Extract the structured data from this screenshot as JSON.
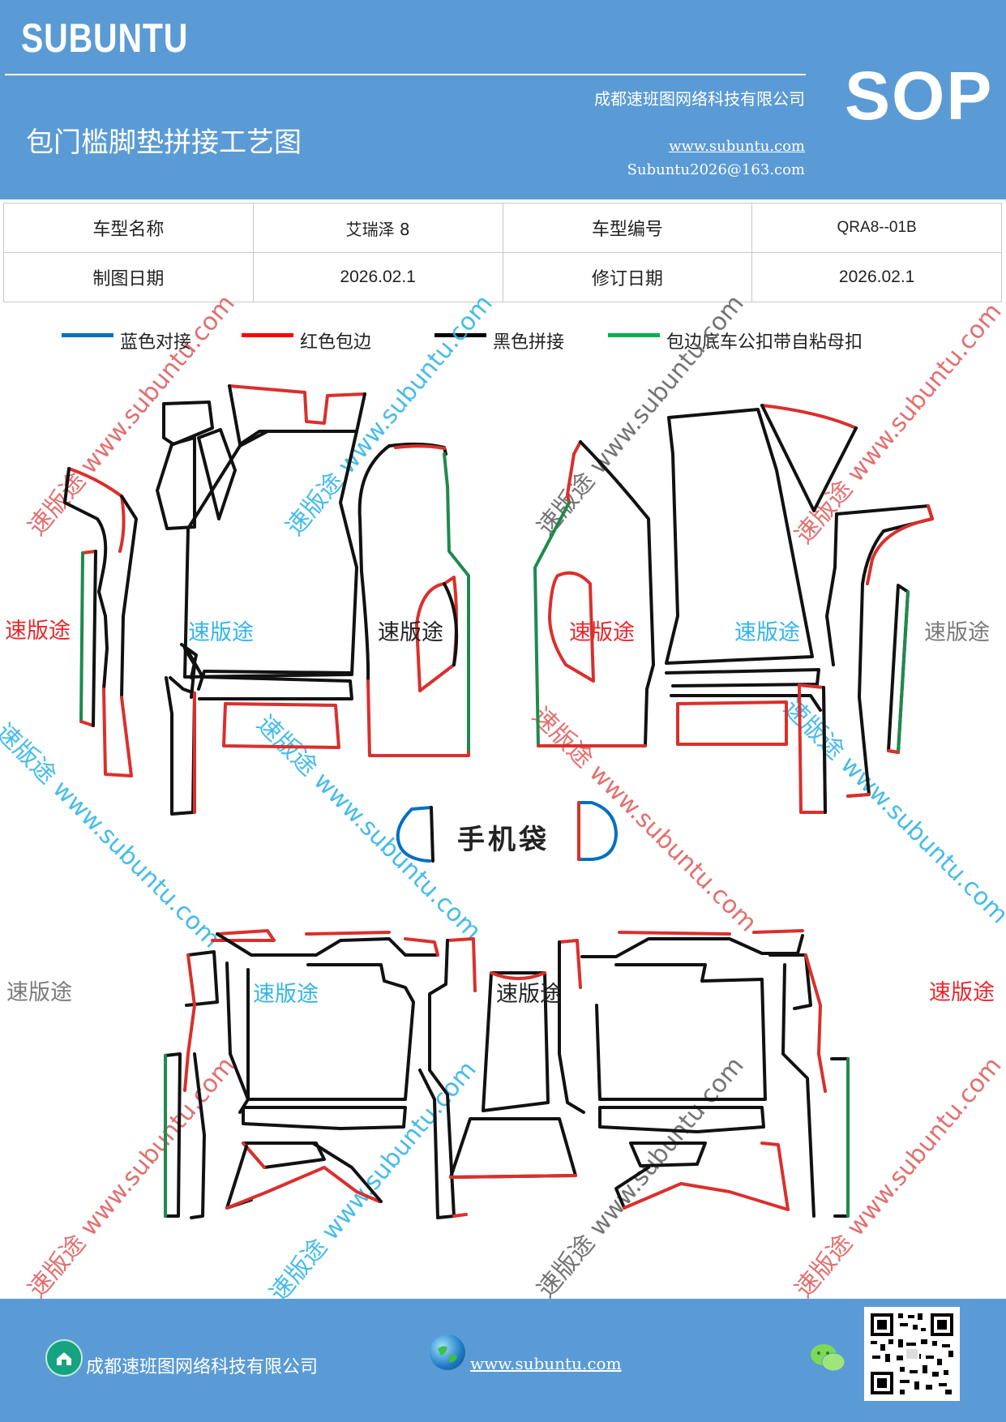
{
  "header": {
    "brand": "SUBUNTU",
    "doc_title": "包门槛脚垫拼接工艺图",
    "company": "成都速班图网络科技有限公司",
    "website": "www.subuntu.com",
    "email": "Subuntu2026@163.com",
    "badge": "SOP"
  },
  "info_table": {
    "rows": [
      {
        "label1": "车型名称",
        "value1": "艾瑞泽 8",
        "label2": "车型编号",
        "value2": "QRA8--01B"
      },
      {
        "label1": "制图日期",
        "value1": "2026.02.1",
        "label2": "修订日期",
        "value2": "2026.02.1"
      }
    ]
  },
  "legend": [
    {
      "label": "蓝色对接",
      "color": "#0070c0"
    },
    {
      "label": "红色包边",
      "color": "#ff0000"
    },
    {
      "label": "黑色拼接",
      "color": "#000000"
    },
    {
      "label": "包边底车公扣带自粘母扣",
      "color": "#00b050"
    }
  ],
  "drawing": {
    "phone_pocket_label": "手机袋",
    "piece_labels": [
      "速版途",
      "速版途",
      "速版途",
      "速版途",
      "速版途",
      "速版途",
      "速版途",
      "速版途",
      "速版途",
      "速版途"
    ],
    "watermarks": [
      "速版途 www.subuntu.com",
      "www.subuntu.com"
    ]
  },
  "footer": {
    "company": "成都速班图网络科技有限公司",
    "website": "www.subuntu.com "
  },
  "colors": {
    "header_bg": "#5b9bd5",
    "blue": "#0070c0",
    "red": "#d9302c",
    "black": "#111111",
    "green": "#1f8a4c",
    "cyan": "#33b5e8",
    "gray": "#7a7a7a"
  }
}
